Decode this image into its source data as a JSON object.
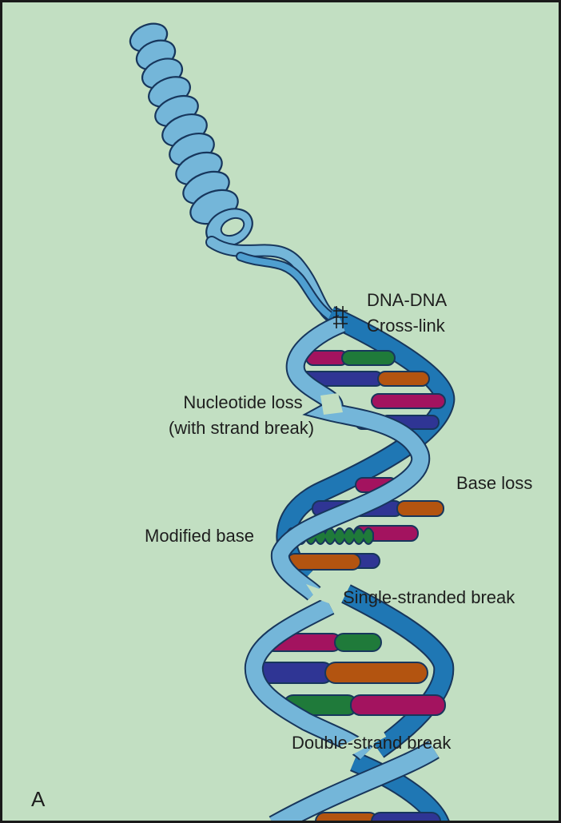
{
  "figure": {
    "panel_letter": "A",
    "labels": {
      "crosslink_line1": "DNA-DNA",
      "crosslink_line2": "Cross-link",
      "nucleotide_loss_line1": "Nucleotide loss",
      "nucleotide_loss_line2": "(with strand break)",
      "base_loss": "Base loss",
      "modified_base": "Modified base",
      "single_strand_break": "Single-stranded break",
      "double_strand_break": "Double-strand break"
    }
  },
  "colors": {
    "background": "#c2dfc2",
    "strand_light": "#74b6d9",
    "strand_dark": "#1f77b4",
    "outline": "#17365c",
    "base_magenta": "#a3135f",
    "base_green": "#1f7a3a",
    "base_blue": "#2f3594",
    "base_orange": "#b35410"
  }
}
